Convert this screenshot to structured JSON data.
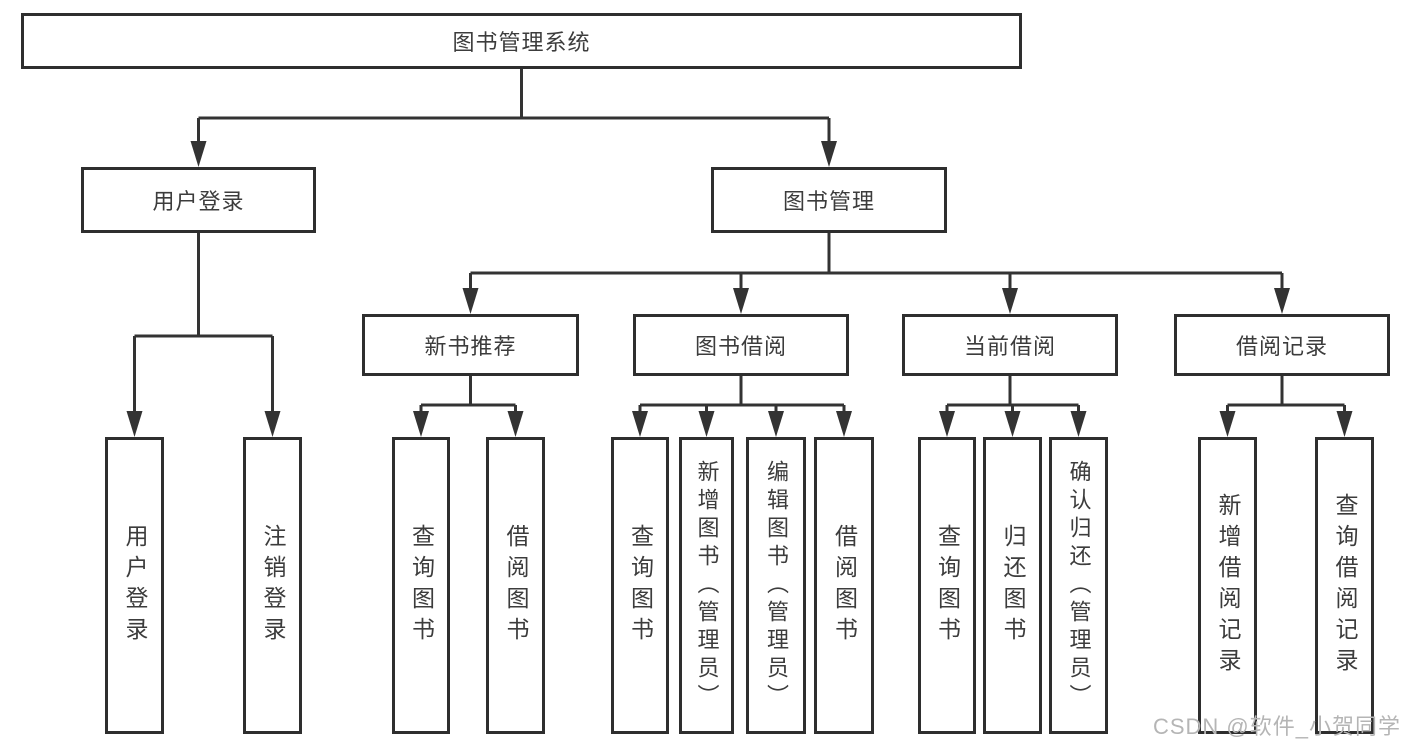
{
  "diagram_type": "hierarchy-tree",
  "nodes": {
    "root": {
      "label": "图书管理系统"
    },
    "level2": [
      {
        "label": "用户登录"
      },
      {
        "label": "图书管理"
      }
    ],
    "level3": [
      {
        "label": "新书推荐"
      },
      {
        "label": "图书借阅"
      },
      {
        "label": "当前借阅"
      },
      {
        "label": "借阅记录"
      }
    ],
    "leaves": [
      {
        "label": "用户登录"
      },
      {
        "label": "注销登录"
      },
      {
        "label": "查询图书"
      },
      {
        "label": "借阅图书"
      },
      {
        "label": "查询图书"
      },
      {
        "label": "新增图书（管理员）"
      },
      {
        "label": "编辑图书（管理员）"
      },
      {
        "label": "借阅图书"
      },
      {
        "label": "查询图书"
      },
      {
        "label": "归还图书"
      },
      {
        "label": "确认归还（管理员）"
      },
      {
        "label": "新增借阅记录"
      },
      {
        "label": "查询借阅记录"
      }
    ]
  },
  "edges": [
    {
      "from": "图书管理系统",
      "to": [
        "用户登录",
        "图书管理"
      ]
    },
    {
      "from": "用户登录",
      "to": [
        "用户登录",
        "注销登录"
      ]
    },
    {
      "from": "图书管理",
      "to": [
        "新书推荐",
        "图书借阅",
        "当前借阅",
        "借阅记录"
      ]
    },
    {
      "from": "新书推荐",
      "to": [
        "查询图书",
        "借阅图书"
      ]
    },
    {
      "from": "图书借阅",
      "to": [
        "查询图书",
        "新增图书（管理员）",
        "编辑图书（管理员）",
        "借阅图书"
      ]
    },
    {
      "from": "当前借阅",
      "to": [
        "查询图书",
        "归还图书",
        "确认归还（管理员）"
      ]
    },
    {
      "from": "借阅记录",
      "to": [
        "新增借阅记录",
        "查询借阅记录"
      ]
    }
  ],
  "watermark": {
    "text": "CSDN @软件_小贺同学"
  },
  "colors": {
    "background": "#ffffff",
    "box_border": "#2e2e2e",
    "connector_line": "#333333",
    "text": "#3c3c3c",
    "watermark_text": "#b5b5b5"
  }
}
